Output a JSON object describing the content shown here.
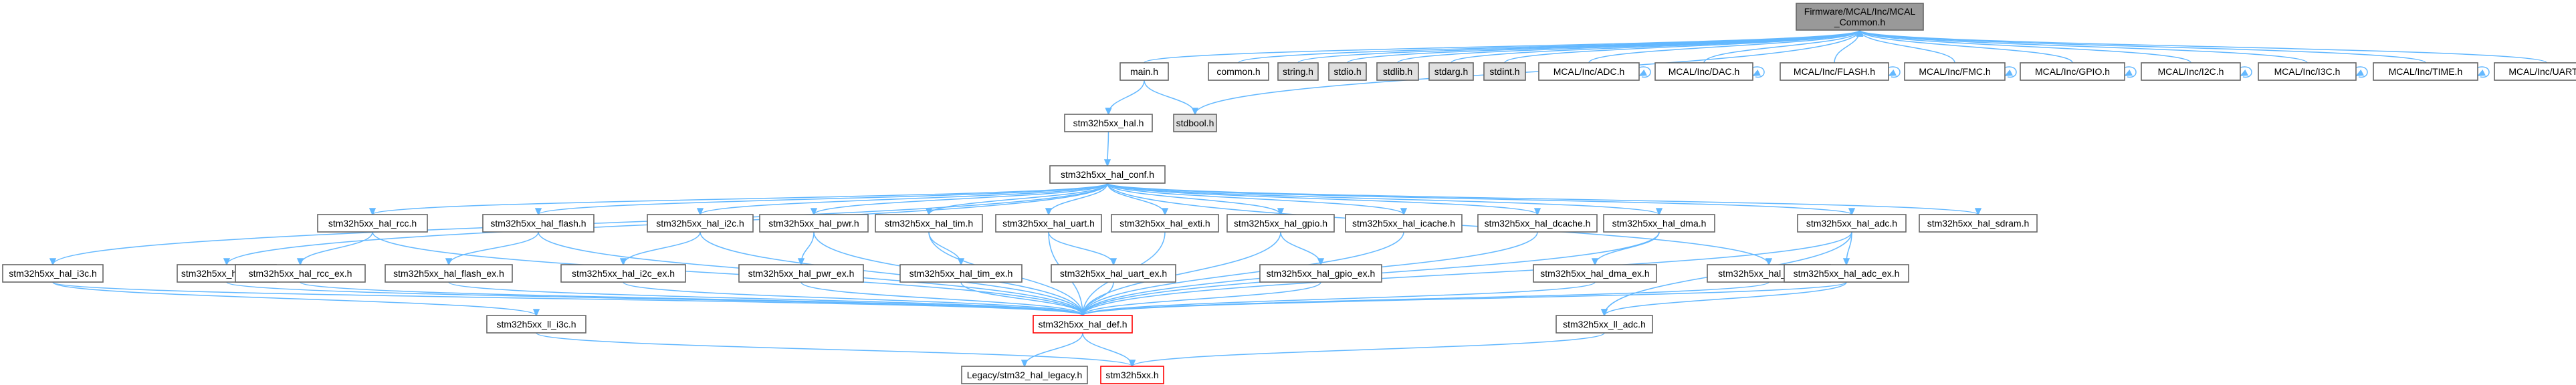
{
  "colors": {
    "edge": "#63b8ff",
    "node_border": "#666666",
    "node_fill": "#ffffff",
    "root_fill": "#999999",
    "system_fill": "#e0e0e0",
    "missing_border": "#ff0000",
    "text": "#000000"
  },
  "nodes": [
    {
      "id": "root",
      "label": [
        "Firmware/MCAL/Inc/MCAL",
        "_Common.h"
      ],
      "kind": "root"
    },
    {
      "id": "main",
      "label": [
        "main.h"
      ],
      "kind": "normal"
    },
    {
      "id": "common",
      "label": [
        "common.h"
      ],
      "kind": "normal"
    },
    {
      "id": "string",
      "label": [
        "string.h"
      ],
      "kind": "system"
    },
    {
      "id": "stdio",
      "label": [
        "stdio.h"
      ],
      "kind": "system"
    },
    {
      "id": "stdlib",
      "label": [
        "stdlib.h"
      ],
      "kind": "system"
    },
    {
      "id": "stdarg",
      "label": [
        "stdarg.h"
      ],
      "kind": "system"
    },
    {
      "id": "stdint",
      "label": [
        "stdint.h"
      ],
      "kind": "system"
    },
    {
      "id": "adc",
      "label": [
        "MCAL/Inc/ADC.h"
      ],
      "kind": "normal"
    },
    {
      "id": "dac",
      "label": [
        "MCAL/Inc/DAC.h"
      ],
      "kind": "normal"
    },
    {
      "id": "flash",
      "label": [
        "MCAL/Inc/FLASH.h"
      ],
      "kind": "normal"
    },
    {
      "id": "fmc",
      "label": [
        "MCAL/Inc/FMC.h"
      ],
      "kind": "normal"
    },
    {
      "id": "gpio",
      "label": [
        "MCAL/Inc/GPIO.h"
      ],
      "kind": "normal"
    },
    {
      "id": "i2c",
      "label": [
        "MCAL/Inc/I2C.h"
      ],
      "kind": "normal"
    },
    {
      "id": "i3c",
      "label": [
        "MCAL/Inc/I3C.h"
      ],
      "kind": "normal"
    },
    {
      "id": "time",
      "label": [
        "MCAL/Inc/TIME.h"
      ],
      "kind": "normal"
    },
    {
      "id": "uart",
      "label": [
        "MCAL/Inc/UART.h"
      ],
      "kind": "normal"
    },
    {
      "id": "hal",
      "label": [
        "stm32h5xx_hal.h"
      ],
      "kind": "normal"
    },
    {
      "id": "stdbool",
      "label": [
        "stdbool.h"
      ],
      "kind": "system"
    },
    {
      "id": "conf",
      "label": [
        "stm32h5xx_hal_conf.h"
      ],
      "kind": "normal"
    },
    {
      "id": "rcc",
      "label": [
        "stm32h5xx_hal_rcc.h"
      ],
      "kind": "normal"
    },
    {
      "id": "hflash",
      "label": [
        "stm32h5xx_hal_flash.h"
      ],
      "kind": "normal"
    },
    {
      "id": "i2ch",
      "label": [
        "stm32h5xx_hal_i2c.h"
      ],
      "kind": "normal"
    },
    {
      "id": "pwr",
      "label": [
        "stm32h5xx_hal_pwr.h"
      ],
      "kind": "normal"
    },
    {
      "id": "tim",
      "label": [
        "stm32h5xx_hal_tim.h"
      ],
      "kind": "normal"
    },
    {
      "id": "huart",
      "label": [
        "stm32h5xx_hal_uart.h"
      ],
      "kind": "normal"
    },
    {
      "id": "exti",
      "label": [
        "stm32h5xx_hal_exti.h"
      ],
      "kind": "normal"
    },
    {
      "id": "hgpio",
      "label": [
        "stm32h5xx_hal_gpio.h"
      ],
      "kind": "normal"
    },
    {
      "id": "icache",
      "label": [
        "stm32h5xx_hal_icache.h"
      ],
      "kind": "normal"
    },
    {
      "id": "dcache",
      "label": [
        "stm32h5xx_hal_dcache.h"
      ],
      "kind": "normal"
    },
    {
      "id": "dma",
      "label": [
        "stm32h5xx_hal_dma.h"
      ],
      "kind": "normal"
    },
    {
      "id": "hadc",
      "label": [
        "stm32h5xx_hal_adc.h"
      ],
      "kind": "normal"
    },
    {
      "id": "sdram",
      "label": [
        "stm32h5xx_hal_sdram.h"
      ],
      "kind": "normal"
    },
    {
      "id": "i3ch",
      "label": [
        "stm32h5xx_hal_i3c.h"
      ],
      "kind": "normal"
    },
    {
      "id": "hdac",
      "label": [
        "stm32h5xx_hal_dac.h"
      ],
      "kind": "normal"
    },
    {
      "id": "rccex",
      "label": [
        "stm32h5xx_hal_rcc_ex.h"
      ],
      "kind": "normal"
    },
    {
      "id": "flashex",
      "label": [
        "stm32h5xx_hal_flash_ex.h"
      ],
      "kind": "normal"
    },
    {
      "id": "i2cex",
      "label": [
        "stm32h5xx_hal_i2c_ex.h"
      ],
      "kind": "normal"
    },
    {
      "id": "pwrex",
      "label": [
        "stm32h5xx_hal_pwr_ex.h"
      ],
      "kind": "normal"
    },
    {
      "id": "timex",
      "label": [
        "stm32h5xx_hal_tim_ex.h"
      ],
      "kind": "normal"
    },
    {
      "id": "uartex",
      "label": [
        "stm32h5xx_hal_uart_ex.h"
      ],
      "kind": "normal"
    },
    {
      "id": "gpioex",
      "label": [
        "stm32h5xx_hal_gpio_ex.h"
      ],
      "kind": "normal"
    },
    {
      "id": "dmaex",
      "label": [
        "stm32h5xx_hal_dma_ex.h"
      ],
      "kind": "normal"
    },
    {
      "id": "cortex",
      "label": [
        "stm32h5xx_hal_cortex.h"
      ],
      "kind": "normal"
    },
    {
      "id": "adcex",
      "label": [
        "stm32h5xx_hal_adc_ex.h"
      ],
      "kind": "normal"
    },
    {
      "id": "def",
      "label": [
        "stm32h5xx_hal_def.h"
      ],
      "kind": "missing"
    },
    {
      "id": "lli3c",
      "label": [
        "stm32h5xx_ll_i3c.h"
      ],
      "kind": "normal"
    },
    {
      "id": "lladc",
      "label": [
        "stm32h5xx_ll_adc.h"
      ],
      "kind": "normal"
    },
    {
      "id": "legacy",
      "label": [
        "Legacy/stm32_hal_legacy.h"
      ],
      "kind": "normal"
    },
    {
      "id": "h5xx",
      "label": [
        "stm32h5xx.h"
      ],
      "kind": "missing"
    }
  ],
  "edges": [
    [
      "main",
      "root"
    ],
    [
      "common",
      "root"
    ],
    [
      "string",
      "root"
    ],
    [
      "stdio",
      "root"
    ],
    [
      "stdlib",
      "root"
    ],
    [
      "stdarg",
      "root"
    ],
    [
      "stdint",
      "root"
    ],
    [
      "stdbool",
      "root"
    ],
    [
      "adc",
      "root"
    ],
    [
      "dac",
      "root"
    ],
    [
      "flash",
      "root"
    ],
    [
      "fmc",
      "root"
    ],
    [
      "gpio",
      "root"
    ],
    [
      "i2c",
      "root"
    ],
    [
      "i3c",
      "root"
    ],
    [
      "time",
      "root"
    ],
    [
      "uart",
      "root"
    ],
    [
      "adc",
      "adc"
    ],
    [
      "dac",
      "dac"
    ],
    [
      "flash",
      "flash"
    ],
    [
      "fmc",
      "fmc"
    ],
    [
      "gpio",
      "gpio"
    ],
    [
      "i2c",
      "i2c"
    ],
    [
      "i3c",
      "i3c"
    ],
    [
      "time",
      "time"
    ],
    [
      "uart",
      "uart"
    ],
    [
      "main",
      "hal"
    ],
    [
      "main",
      "stdbool"
    ],
    [
      "hal",
      "conf"
    ],
    [
      "conf",
      "rcc"
    ],
    [
      "conf",
      "hflash"
    ],
    [
      "conf",
      "i2ch"
    ],
    [
      "conf",
      "pwr"
    ],
    [
      "conf",
      "tim"
    ],
    [
      "conf",
      "huart"
    ],
    [
      "conf",
      "exti"
    ],
    [
      "conf",
      "hgpio"
    ],
    [
      "conf",
      "icache"
    ],
    [
      "conf",
      "dcache"
    ],
    [
      "conf",
      "dma"
    ],
    [
      "conf",
      "hadc"
    ],
    [
      "conf",
      "sdram"
    ],
    [
      "conf",
      "i3ch"
    ],
    [
      "conf",
      "hdac"
    ],
    [
      "conf",
      "cortex"
    ],
    [
      "rcc",
      "rccex"
    ],
    [
      "rcc",
      "def"
    ],
    [
      "rccex",
      "def"
    ],
    [
      "hflash",
      "flashex"
    ],
    [
      "hflash",
      "def"
    ],
    [
      "flashex",
      "def"
    ],
    [
      "i2ch",
      "i2cex"
    ],
    [
      "i2ch",
      "def"
    ],
    [
      "i2cex",
      "def"
    ],
    [
      "pwr",
      "pwrex"
    ],
    [
      "pwr",
      "def"
    ],
    [
      "pwrex",
      "def"
    ],
    [
      "tim",
      "timex"
    ],
    [
      "tim",
      "def"
    ],
    [
      "timex",
      "def"
    ],
    [
      "huart",
      "uartex"
    ],
    [
      "huart",
      "def"
    ],
    [
      "uartex",
      "def"
    ],
    [
      "exti",
      "def"
    ],
    [
      "hgpio",
      "gpioex"
    ],
    [
      "hgpio",
      "def"
    ],
    [
      "gpioex",
      "def"
    ],
    [
      "icache",
      "def"
    ],
    [
      "dcache",
      "def"
    ],
    [
      "dma",
      "dmaex"
    ],
    [
      "dma",
      "def"
    ],
    [
      "dmaex",
      "def"
    ],
    [
      "hadc",
      "adcex"
    ],
    [
      "hadc",
      "def"
    ],
    [
      "hadc",
      "lladc"
    ],
    [
      "adcex",
      "def"
    ],
    [
      "adcex",
      "lladc"
    ],
    [
      "i3ch",
      "def"
    ],
    [
      "i3ch",
      "lli3c"
    ],
    [
      "hdac",
      "def"
    ],
    [
      "cortex",
      "def"
    ],
    [
      "def",
      "legacy"
    ],
    [
      "def",
      "h5xx"
    ],
    [
      "lli3c",
      "h5xx"
    ],
    [
      "lladc",
      "h5xx"
    ]
  ]
}
